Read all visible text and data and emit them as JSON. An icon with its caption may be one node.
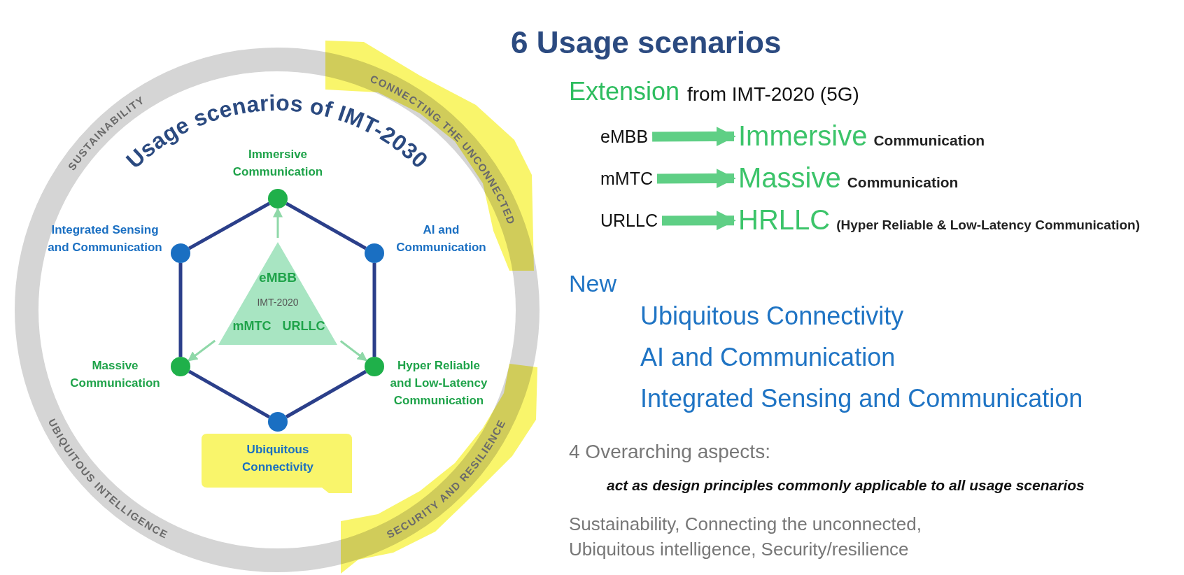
{
  "diagram": {
    "title": "6 Usage scenarios",
    "nodes": [
      {
        "text": [
          "Immersive Communication"
        ]
      },
      {
        "text": [
          "Integrated Sensing and Communication"
        ]
      },
      {
        "text": [
          "AI and Communication"
        ]
      },
      {
        "text": [
          "eMBB",
          "IMT-2020",
          "mMTC",
          "URLLC"
        ]
      },
      {
        "text": [
          "Massive Communication"
        ]
      },
      {
        "text": [
          "Hyper Reliable and Low-Latency Communication"
        ]
      },
      {
        "text": [
          "Ubiquitous Connectivity"
        ]
      },
      {
        "text": [
          "eMBB"
        ]
      },
      {
        "text": [
          "Immersive",
          "Communication"
        ]
      },
      {
        "text": [
          "mMTC"
        ]
      },
      {
        "text": [
          "Massive",
          "Communication"
        ]
      },
      {
        "text": [
          "URLLC"
        ]
      },
      {
        "text": [
          "HRLLC",
          "(Hyper Reliable & Low-Latency Communication)"
        ]
      }
    ],
    "edges": [
      {
        "from": 0,
        "to": 2,
        "arrow": "none"
      },
      {
        "from": 2,
        "to": 5,
        "arrow": "none"
      },
      {
        "from": 5,
        "to": 6,
        "arrow": "none"
      },
      {
        "from": 6,
        "to": 4,
        "arrow": "none"
      },
      {
        "from": 4,
        "to": 1,
        "arrow": "none"
      },
      {
        "from": 1,
        "to": 0,
        "arrow": "none"
      },
      {
        "from": 3,
        "to": 0,
        "arrow": "to",
        "color": "#8fd8a8"
      },
      {
        "from": 3,
        "to": 4,
        "arrow": "to",
        "color": "#8fd8a8"
      },
      {
        "from": 3,
        "to": 5,
        "arrow": "to",
        "color": "#8fd8a8"
      },
      {
        "from": 7,
        "to": 8,
        "arrow": "to",
        "style": "thick",
        "color": "#5fcf85"
      },
      {
        "from": 9,
        "to": 10,
        "arrow": "to",
        "style": "thick",
        "color": "#5fcf85"
      },
      {
        "from": 11,
        "to": 12,
        "arrow": "to",
        "style": "thick",
        "color": "#5fcf85"
      }
    ],
    "labels": [
      "SUSTAINABILITY",
      "Usage scenarios of IMT-2030",
      "CONNECTING THE UNCONNECTED",
      "UBIQUITOUS INTELLIGENCE",
      "SECURITY AND RESILIENCE",
      "Extension",
      "from IMT-2020 (5G)",
      "New",
      "Ubiquitous Connectivity",
      "AI and Communication",
      "Integrated Sensing and Communication",
      "4 Overarching aspects:",
      "act as design principles commonly applicable to all usage scenarios",
      "Sustainability, Connecting the unconnected, Ubiquitous intelligence, Security/resilience"
    ]
  }
}
